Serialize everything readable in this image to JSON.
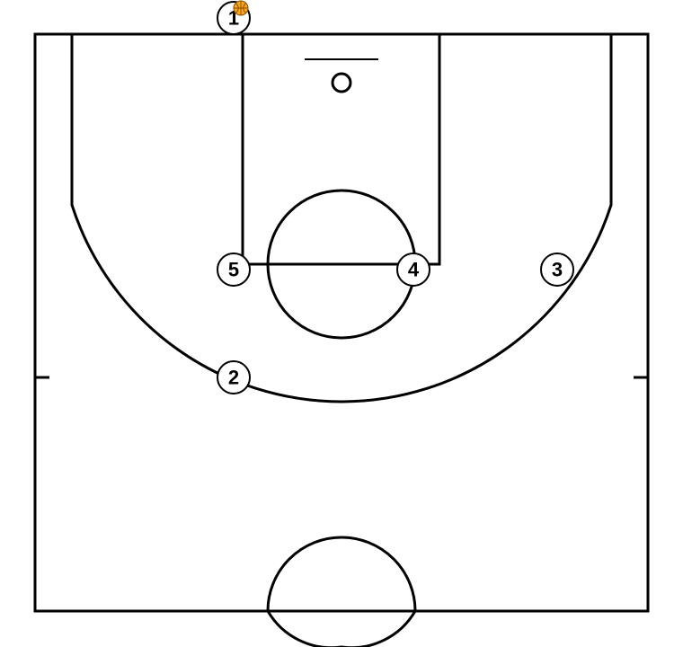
{
  "colors": {
    "court_lines": "#000000",
    "background": "#ffffff",
    "ball": "#f5a623"
  },
  "players": [
    {
      "label": "1",
      "has_ball": true
    },
    {
      "label": "2",
      "has_ball": false
    },
    {
      "label": "3",
      "has_ball": false
    },
    {
      "label": "4",
      "has_ball": false
    },
    {
      "label": "5",
      "has_ball": false
    }
  ],
  "icons": {
    "ball": "basketball-icon",
    "basket": "hoop-icon"
  }
}
